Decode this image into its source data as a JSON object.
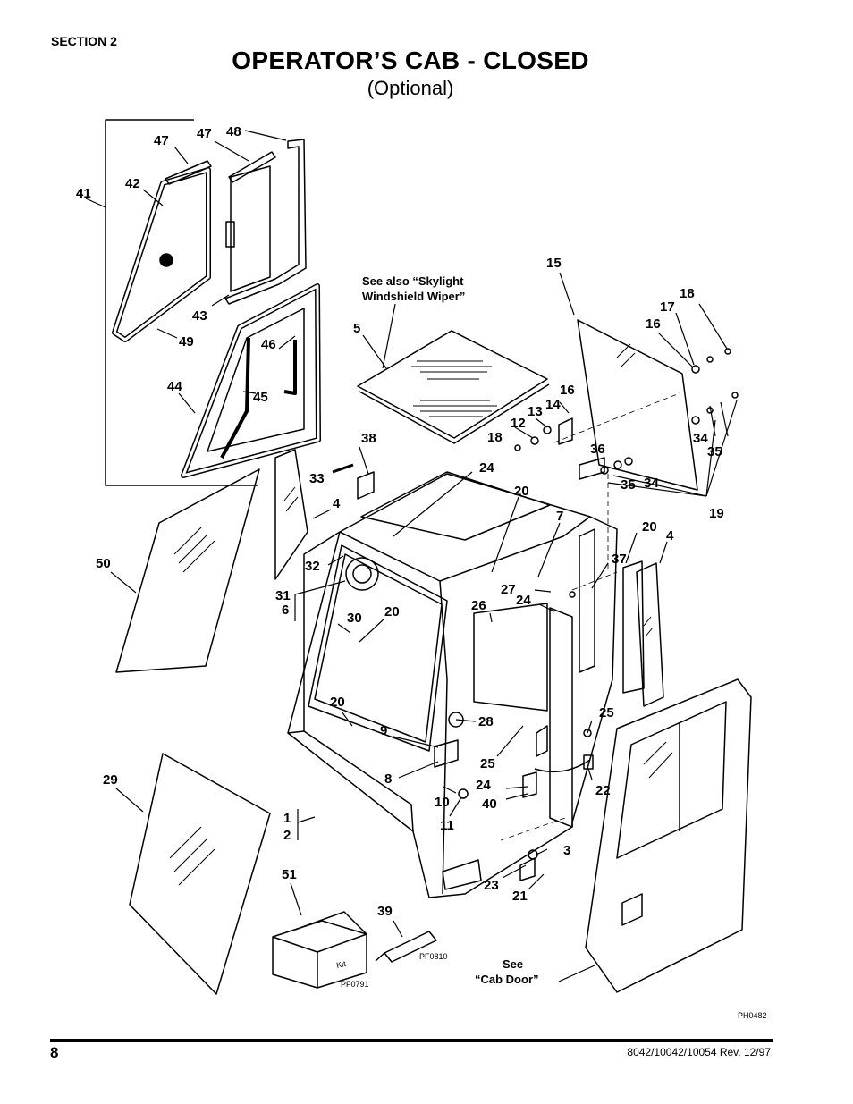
{
  "header": {
    "section": "SECTION 2",
    "title": "OPERATOR’S CAB - CLOSED",
    "subtitle": "(Optional)"
  },
  "diagram": {
    "figure_code": "PH0482",
    "kit_code": "PF0791",
    "tube_code": "PF0810",
    "kit_label": "Kit",
    "notes": {
      "skylight_line1": "See also “Skylight",
      "skylight_line2": "Windshield Wiper”",
      "cab_door_line1": "See",
      "cab_door_line2": "“Cab Door”"
    },
    "callouts": [
      "47",
      "47",
      "48",
      "41",
      "42",
      "43",
      "49",
      "46",
      "44",
      "45",
      "5",
      "15",
      "17",
      "18",
      "16",
      "16",
      "13",
      "14",
      "12",
      "18",
      "36",
      "34",
      "35",
      "35",
      "34",
      "19",
      "38",
      "33",
      "4",
      "24",
      "20",
      "7",
      "50",
      "32",
      "31",
      "6",
      "30",
      "20",
      "27",
      "24",
      "26",
      "37",
      "20",
      "4",
      "20",
      "28",
      "9",
      "25",
      "8",
      "25",
      "22",
      "24",
      "40",
      "10",
      "11",
      "29",
      "1",
      "2",
      "3",
      "23",
      "21",
      "51",
      "39"
    ]
  },
  "footer": {
    "page_number": "8",
    "document_id": "8042/10042/10054 Rev. 12/97"
  }
}
